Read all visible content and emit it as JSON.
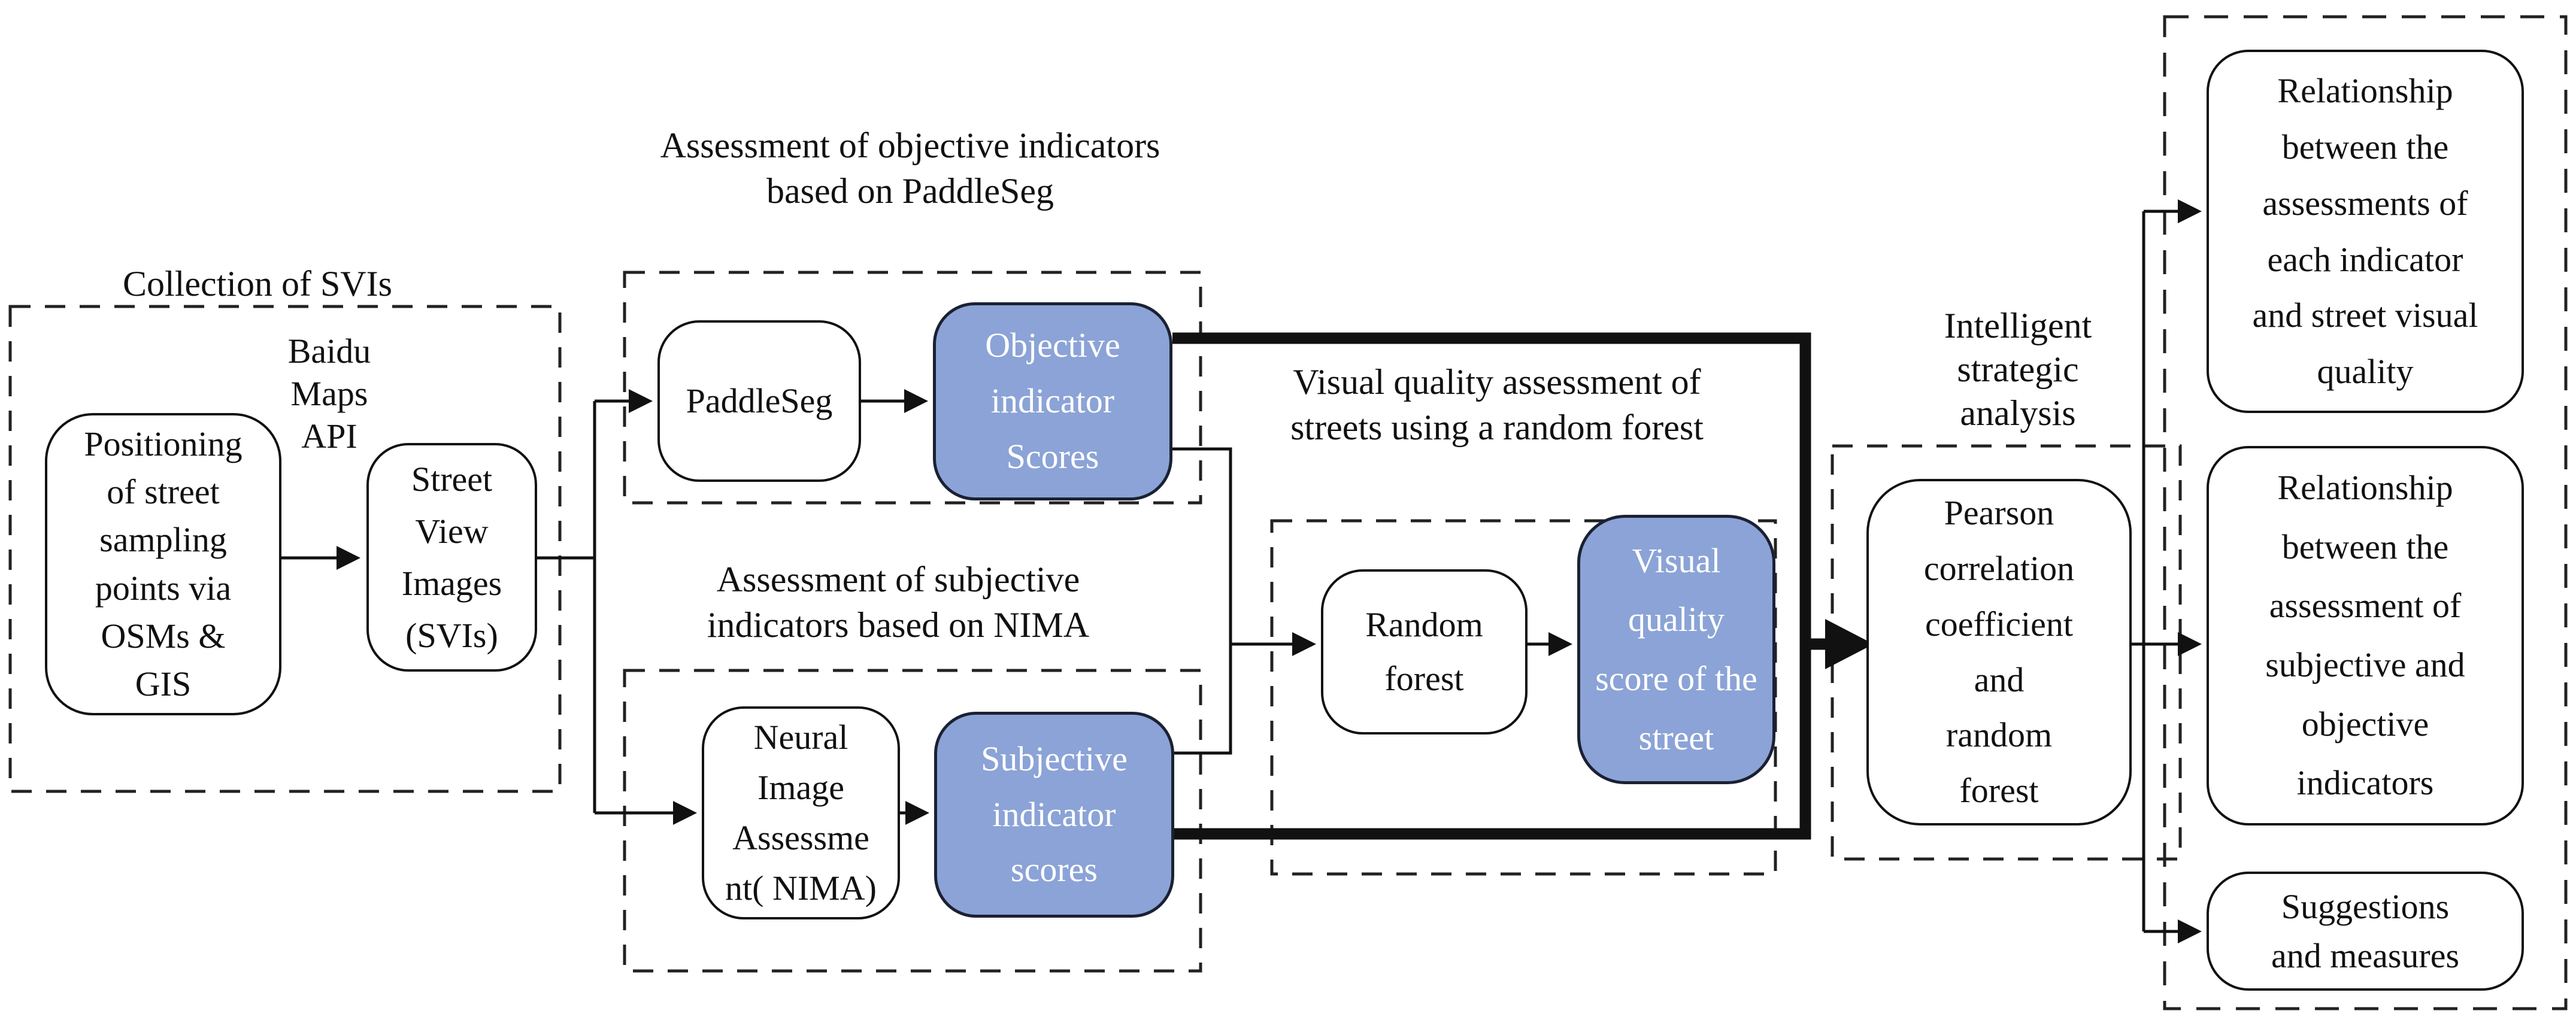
{
  "figure": {
    "description": "Research methodology flowchart for street visual quality assessment",
    "background": "#ffffff"
  },
  "colors": {
    "accent_blue": "#8ba3d6",
    "blue_box_border": "#1b2133",
    "line_black": "#111111",
    "dashed_border": "#222222",
    "text_white": "#ffffff"
  },
  "collection": {
    "title": "Collection of SVIs",
    "baidu_api_label": "Baidu\nMaps\nAPI",
    "positioning_box": "Positioning\nof street\nsampling\npoints via\nOSMs &\nGIS",
    "svi_box": "Street\nView\nImages\n(SVIs)"
  },
  "objective": {
    "title": "Assessment of objective indicators\nbased on PaddleSeg",
    "paddleseg_box": "PaddleSeg",
    "scores_box": "Objective\nindicator\nScores"
  },
  "subjective": {
    "title": "Assessment of subjective\nindicators based on NIMA",
    "nima_box": "Neural\nImage\nAssessme\nnt( NIMA)",
    "scores_box": "Subjective\nindicator\nscores"
  },
  "visual_quality": {
    "title": "Visual quality assessment of\nstreets using a random forest",
    "random_forest_box": "Random\nforest",
    "score_box": "Visual\nquality\nscore of the\nstreet"
  },
  "analysis": {
    "title": "Intelligent\nstrategic\nanalysis",
    "pearson_box": "Pearson\ncorrelation\ncoefficient\nand\nrandom\nforest"
  },
  "outputs": {
    "relationship_indicator_quality_box": "Relationship\nbetween the\nassessments of\neach indicator\nand street visual\nquality",
    "relationship_subj_obj_box": "Relationship\nbetween the\nassessment of\nsubjective and\nobjective\nindicators",
    "suggestions_box": "Suggestions\nand measures"
  }
}
